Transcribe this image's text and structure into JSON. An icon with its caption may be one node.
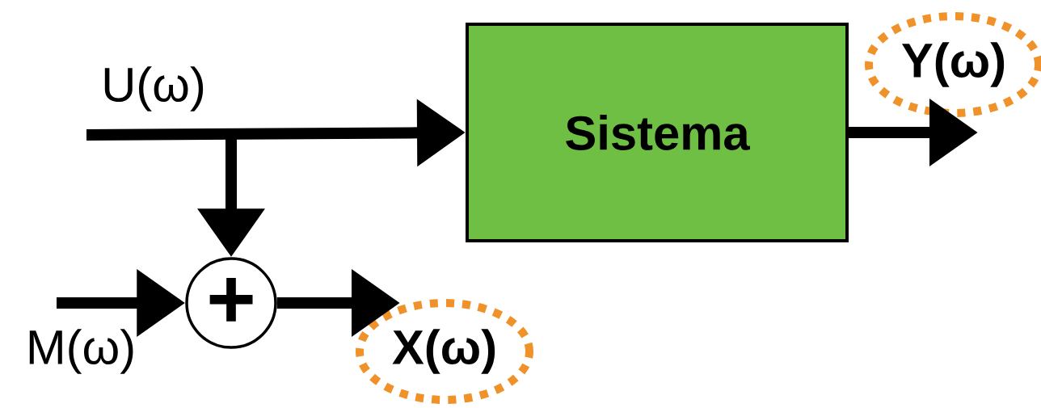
{
  "diagram": {
    "nodes": [
      {
        "text": [
          "Sistema"
        ]
      },
      {
        "text": [
          "+"
        ]
      },
      {
        "text": [
          "X(ω)"
        ]
      },
      {
        "text": [
          "Y(ω)"
        ]
      }
    ],
    "edges": [
      {
        "from": null,
        "to": 0,
        "arrow": "to",
        "label": "U(ω)"
      },
      {
        "from": null,
        "to": 1,
        "arrow": "to"
      },
      {
        "from": null,
        "to": 1,
        "arrow": "to",
        "label": "M(ω)"
      },
      {
        "from": 1,
        "to": 2,
        "arrow": "to"
      },
      {
        "from": 0,
        "to": 3,
        "arrow": "to"
      }
    ]
  }
}
